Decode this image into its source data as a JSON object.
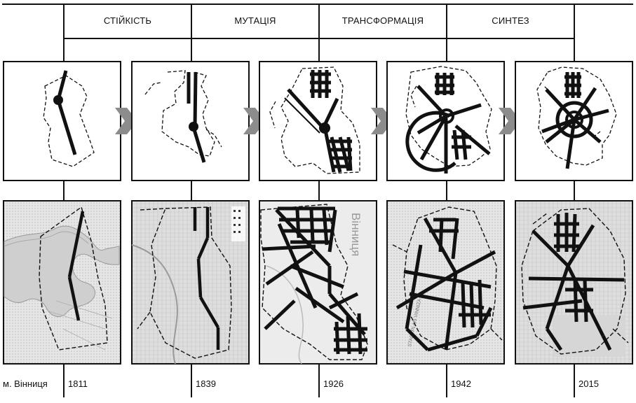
{
  "phases": [
    {
      "label": "СТІЙКІСТЬ"
    },
    {
      "label": "МУТАЦІЯ"
    },
    {
      "label": "ТРАНСФОРМАЦІЯ"
    },
    {
      "label": "СИНТЕЗ"
    }
  ],
  "city_label": "м. Вінниця",
  "years": [
    "1811",
    "1839",
    "1926",
    "1942",
    "2015"
  ],
  "map_text": {
    "map_1926_title": "Вінниця",
    "map_1942_caption": "STADTPLAN VINNIZA"
  },
  "colors": {
    "line": "#111111",
    "arrow": "#8c8c8c",
    "map_paper": "#dcdcdc"
  },
  "diagram_elements": {
    "arrows_between_schemes": 4,
    "scheme_legend": [
      "axis",
      "node",
      "grid",
      "ring",
      "dashed-boundary"
    ]
  }
}
